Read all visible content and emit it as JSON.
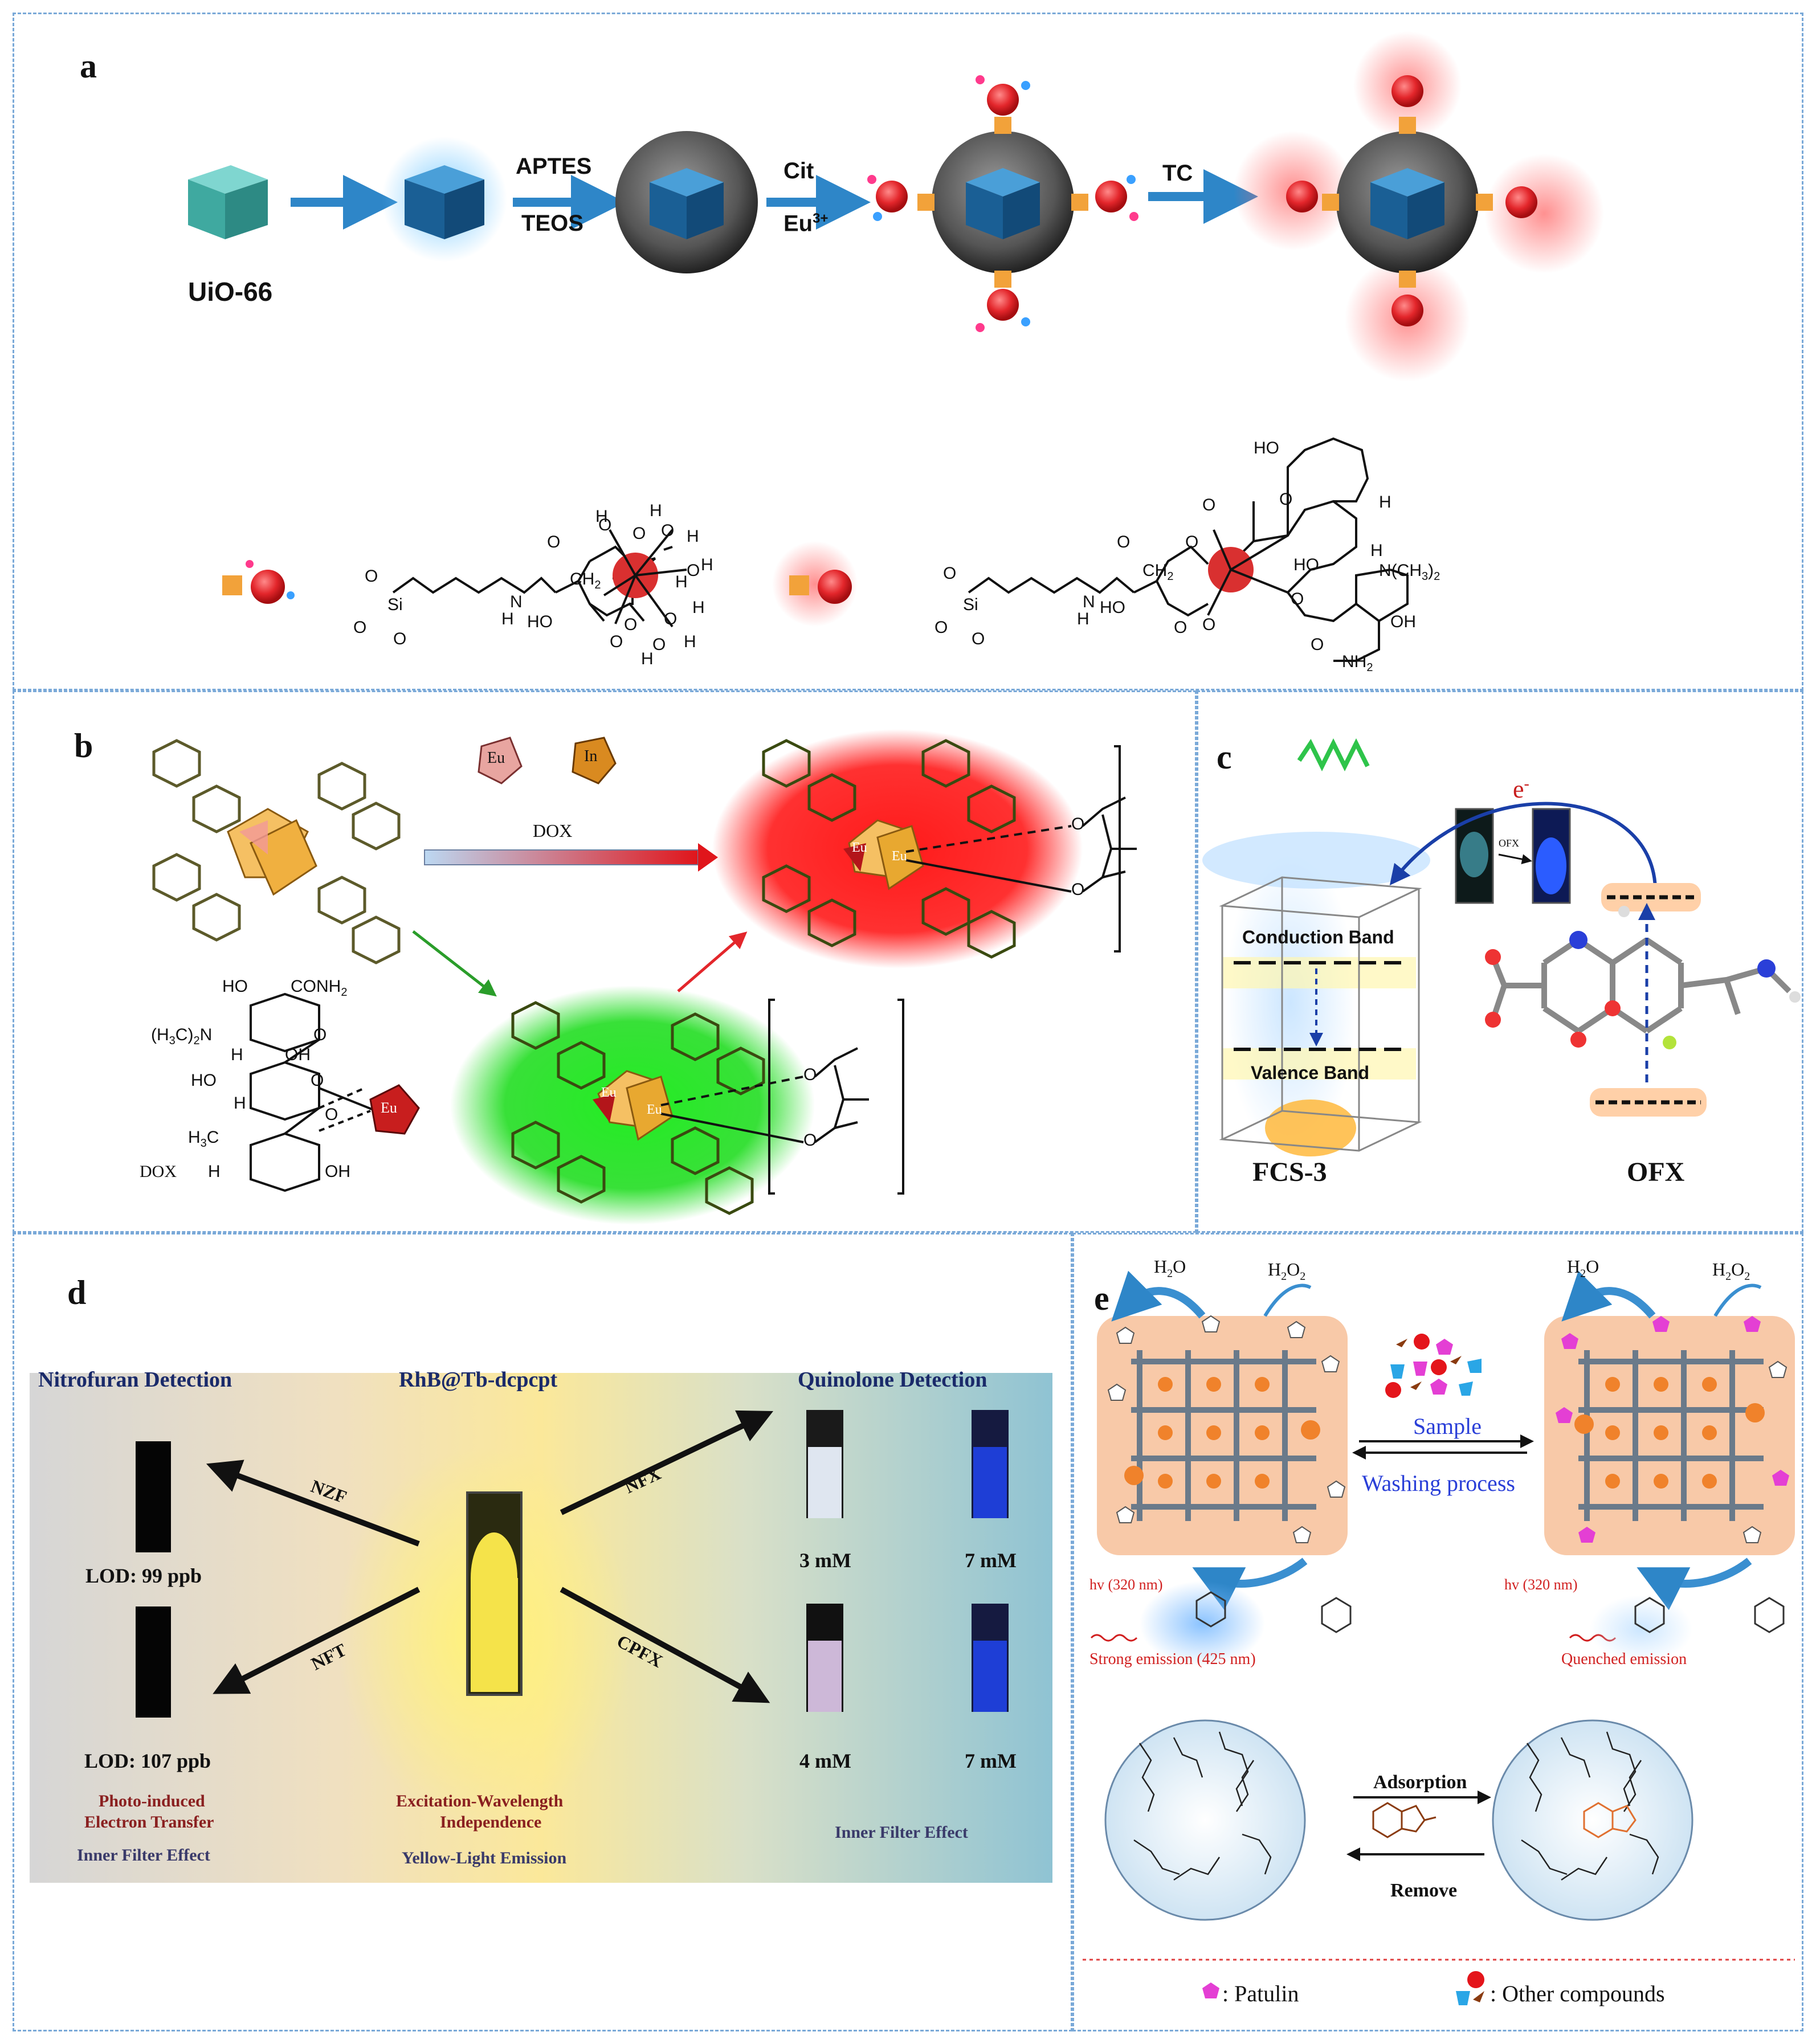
{
  "panels": {
    "a": "a",
    "b": "b",
    "c": "c",
    "d": "d",
    "e": "e"
  },
  "panel_a": {
    "uio": "UiO-66",
    "aptes": "APTES",
    "teos": "TEOS",
    "cit": "Cit",
    "eu": "Eu",
    "eu_sup": "3+",
    "tc": "TC",
    "chem1": {
      "o1": "O",
      "o2": "O",
      "o3": "O",
      "si": "Si",
      "o4": "O",
      "h": "H",
      "n": "N",
      "o5": "O",
      "ch2": "CH",
      "ch2sub": "2",
      "ho": "HO",
      "o6": "O",
      "o7": "O",
      "o8": "O",
      "o9": "O",
      "oh2a": "O",
      "oh2b": "O",
      "oh2c": "O",
      "oh2d": "O",
      "ha": "H",
      "hb": "H",
      "hc": "H",
      "hd": "H",
      "he": "H",
      "hf": "H",
      "hg": "H",
      "hh": "H"
    },
    "chem2": {
      "ho_top": "HO",
      "o1": "O",
      "o2": "O",
      "h1": "H",
      "h2": "H",
      "ho2": "HO",
      "nme": "N(CH",
      "nme2": "3",
      "nme3": ")",
      "nme4": "2",
      "oh": "OH",
      "onh2": "O",
      "nh2": "NH",
      "nh2s": "2",
      "o3": "O",
      "o4": "O",
      "si": "Si",
      "ch2": "CH",
      "ch2sub": "2",
      "ho3": "HO",
      "o5": "O",
      "o6": "O",
      "o7": "O",
      "hn": "H",
      "n": "N",
      "oa": "O",
      "ob": "O",
      "oc": "O"
    }
  },
  "panel_b": {
    "eu_box": "Eu",
    "in_box": "In",
    "dox_arrow": "DOX",
    "eu1": "Eu",
    "eu2": "Eu",
    "eu3": "Eu",
    "eu4": "Eu",
    "eu5": "Eu",
    "ho": "HO",
    "conh2": "CONH",
    "conh2sub": "2",
    "nme": "(H",
    "nme_sub": "3",
    "nme2": "C)",
    "nme_sub2": "2",
    "nme3": "N",
    "h1": "H",
    "oh1": "OH",
    "o1": "O",
    "ho2": "HO",
    "h2": "H",
    "h3c": "H",
    "h3c_sub": "3",
    "h3c2": "C",
    "o2": "O",
    "o3": "O",
    "dox": "DOX",
    "h4": "H",
    "oh2": "OH",
    "o_g1": "O",
    "o_g2": "O",
    "o_r1": "O",
    "o_r2": "O"
  },
  "panel_c": {
    "electron": "e",
    "electron_sup": "-",
    "conduction": "Conduction Band",
    "valence": "Valence Band",
    "fcs": "FCS-3",
    "ofx": "OFX",
    "ofx_arrow": "OFX"
  },
  "panel_d": {
    "nitro": "Nitrofuran Detection",
    "rhb": "RhB@Tb-dcpcpt",
    "quino": "Quinolone Detection",
    "nzf": "NZF",
    "nft": "NFT",
    "nfx": "NFX",
    "cpfx": "CPFX",
    "lod1": "LOD: 99 ppb",
    "lod2": "LOD: 107 ppb",
    "c3": "3 mM",
    "c7a": "7 mM",
    "c4": "4 mM",
    "c7b": "7 mM",
    "pet1": "Photo-induced",
    "pet2": "Electron Transfer",
    "ife1": "Inner  Filter Effect",
    "ewi1": "Excitation-Wavelength",
    "ewi2": "Independence",
    "yle": "Yellow-Light  Emission",
    "ife2": "Inner  Filter Effect"
  },
  "panel_e": {
    "h2o_a": "H",
    "h2o_a2": "2",
    "h2o_a3": "O",
    "h2o2_a": "H",
    "h2o2_a2": "2",
    "h2o2_a3": "O",
    "h2o2_a4": "2",
    "h2o_b": "H",
    "h2o_b2": "2",
    "h2o_b3": "O",
    "h2o2_b": "H",
    "h2o2_b2": "2",
    "h2o2_b3": "O",
    "h2o2_b4": "2",
    "sample": "Sample",
    "washing": "Washing process",
    "hv1": "hv (320 nm)",
    "hv2": "hv (320 nm)",
    "strong": "Strong emission (425 nm)",
    "quenched": "Quenched emission",
    "adsorption": "Adsorption",
    "remove": "Remove",
    "patulin": ": Patulin",
    "other": ": Other compounds"
  },
  "colors": {
    "dashed_border": "#7aa9d8",
    "arrow_blue": "#2e86c8",
    "red_sphere": "#e3262b",
    "green_glow": "#22dd22",
    "red_glow": "#ff1a1a"
  }
}
